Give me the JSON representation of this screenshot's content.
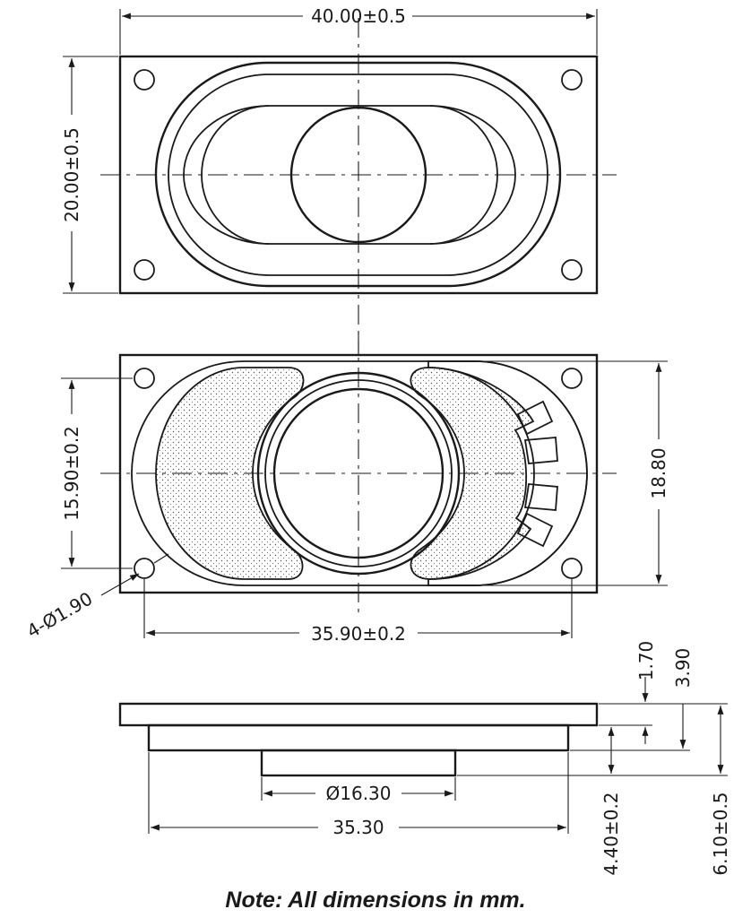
{
  "dimensions": {
    "top_width": "40.00±0.5",
    "top_height": "20.00±0.5",
    "hole_pitch_y": "15.90±0.2",
    "outer_height": "18.80",
    "hole_pitch_x": "35.90±0.2",
    "hole_spec": "4-Ø1.90",
    "side_flange": "1.70",
    "side_upper": "3.90",
    "magnet_dia": "Ø16.30",
    "frame_width": "35.30",
    "depth_frame": "4.40±0.2",
    "total_depth": "6.10±0.5"
  },
  "note": "Note:  All dimensions in mm."
}
